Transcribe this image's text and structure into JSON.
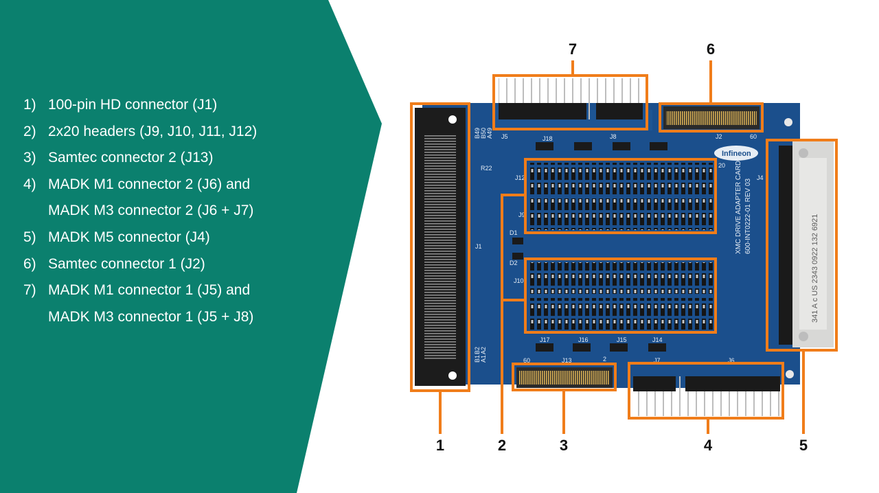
{
  "colors": {
    "panel": "#0b806e",
    "callout": "#f07d1a",
    "board": "#1b4f8c",
    "board_dark": "#123b6b"
  },
  "legend": [
    {
      "num": "1)",
      "lines": [
        "100-pin HD connector (J1)"
      ]
    },
    {
      "num": "2)",
      "lines": [
        "2x20 headers (J9, J10, J11, J12)"
      ]
    },
    {
      "num": "3)",
      "lines": [
        "Samtec connector 2 (J13)"
      ]
    },
    {
      "num": "4)",
      "lines": [
        "MADK M1 connector 2 (J6) and",
        "MADK M3 connector 2 (J6 + J7)"
      ]
    },
    {
      "num": "5)",
      "lines": [
        "MADK M5 connector (J4)"
      ]
    },
    {
      "num": "6)",
      "lines": [
        "Samtec connector 1 (J2)"
      ]
    },
    {
      "num": "7)",
      "lines": [
        "MADK M1 connector 1 (J5) and",
        "MADK M3 connector 1 (J5 + J8)"
      ]
    }
  ],
  "callouts": [
    "1",
    "2",
    "3",
    "4",
    "5",
    "6",
    "7"
  ],
  "board": {
    "brand": "Infineon",
    "title": "XMC DRIVE ADAPTER CARD",
    "part": "600-INT0222-01 REV 03",
    "refs": {
      "j1": "J1",
      "j2": "J2",
      "j4": "J4",
      "j5": "J5",
      "j6": "J6",
      "j7": "J7",
      "j8": "J8",
      "j9": "J9",
      "j10": "J10",
      "j12": "J12",
      "j13": "J13",
      "j14": "J14",
      "j15": "J15",
      "j16": "J16",
      "j17": "J17",
      "j18": "J18",
      "d1": "D1",
      "d2": "D2",
      "r22": "R22",
      "b49": "B49",
      "b50": "B50",
      "a49": "A49",
      "b1": "B1",
      "b2": "B2",
      "a1": "A1",
      "a2": "A2",
      "p60a": "60",
      "p60b": "60",
      "p20": "20",
      "p2": "2"
    },
    "connector_j4_text": "341  A  c  US  2343  0922 132 6921"
  }
}
